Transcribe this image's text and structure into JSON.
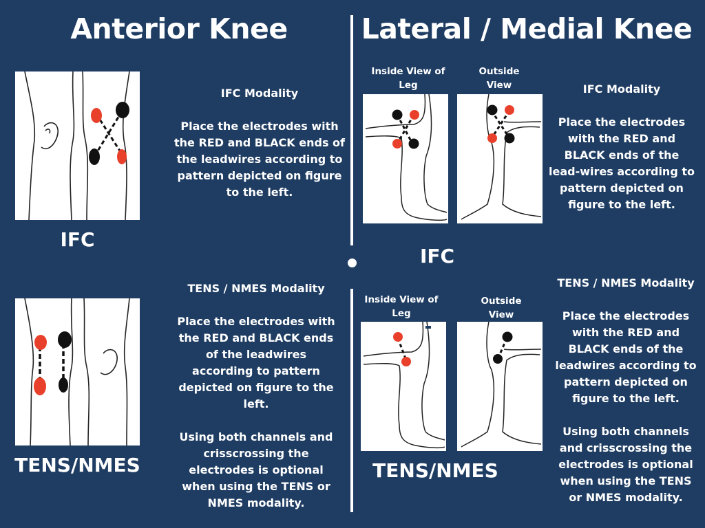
{
  "colors": {
    "background": "#1f3d63",
    "red_electrode": "#e8402b",
    "black_electrode": "#111111",
    "text": "#ffffff"
  },
  "anterior": {
    "heading": "Anterior Knee",
    "ifc": {
      "label": "IFC",
      "title": "IFC Modality",
      "body": "Place the electrodes with the RED and BLACK ends of the leadwires according to pattern depicted on figure to the left."
    },
    "tens": {
      "label": "TENS/NMES",
      "title": "TENS / NMES Modality",
      "body": "Place the electrodes with the RED and BLACK ends of the leadwires according to pattern depicted on figure to the left.",
      "note": "Using both channels and crisscrossing the electrodes is optional when using the TENS or NMES modality."
    }
  },
  "lateral": {
    "heading": "Lateral / Medial Knee",
    "ifc": {
      "label": "IFC",
      "inside_view": "Inside View of Leg",
      "outside_view": "Outside View",
      "title": "IFC Modality",
      "body": "Place the electrodes with the RED and BLACK ends of the lead-wires according to pattern depicted on figure to the left."
    },
    "tens": {
      "label": "TENS/NMES",
      "inside_view": "Inside View of Leg",
      "outside_view": "Outside View",
      "title": "TENS / NMES Modality",
      "body": "Place the electrodes with the RED and BLACK ends of the leadwires according to pattern depicted on figure to the left.",
      "note": "Using both channels and crisscrossing the electrodes is optional when using the TENS or NMES modality."
    }
  }
}
